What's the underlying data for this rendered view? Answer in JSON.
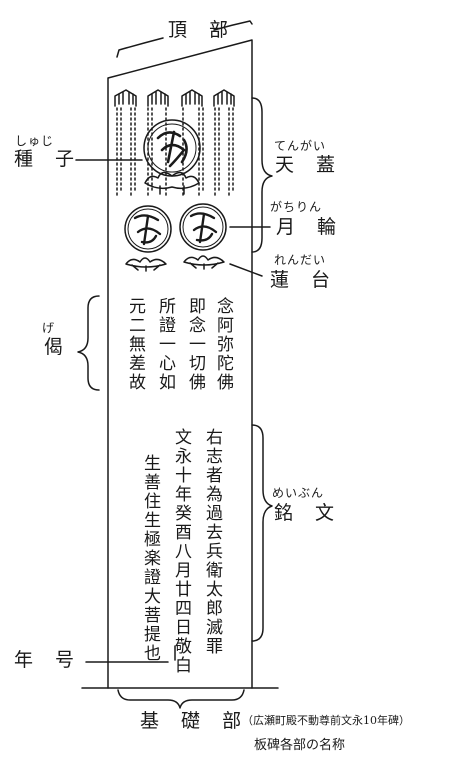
{
  "labels": {
    "top": "頂 部",
    "shuji_ruby": "しゅじ",
    "shuji": "種 子",
    "tengai_ruby": "てんがい",
    "tengai": "天 蓋",
    "gachirin_ruby": "がちりん",
    "gachirin": "月 輪",
    "rendai_ruby": "れんだい",
    "rendai": "蓮 台",
    "ge_ruby": "げ",
    "ge": "偈",
    "meibun_ruby": "めいぶん",
    "meibun": "銘 文",
    "nengo": "年 号",
    "kiso": "基 礎 部"
  },
  "verse_columns": [
    "念阿弥陀佛",
    "即念一切佛",
    "所證一心如",
    "元二無差故"
  ],
  "inscription_columns": [
    "右志者為過去兵衛太郎滅罪",
    "文永十年癸酉八月廿四日敬白",
    "生善住生極楽證大菩提也"
  ],
  "caption": {
    "note": "（広瀬町殿不動尊前文永10年碑）",
    "title": "板碑各部の名称"
  }
}
